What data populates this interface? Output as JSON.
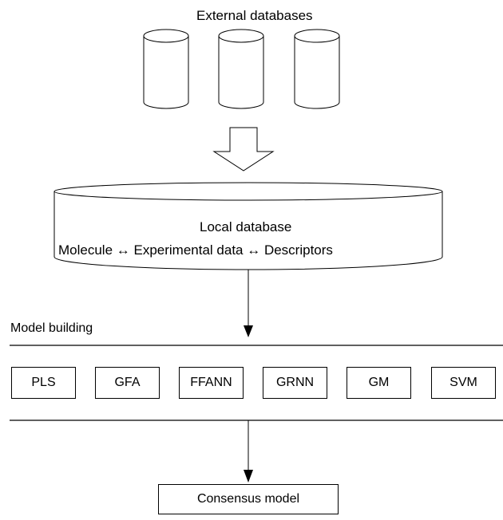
{
  "external": {
    "title": "External databases",
    "cylinder_count": 3
  },
  "local_db": {
    "title": "Local database",
    "subtitle": "Molecule ↔ Experimental data ↔ Descriptors"
  },
  "model_building": {
    "label": "Model building",
    "methods": [
      "PLS",
      "GFA",
      "FFANN",
      "GRNN",
      "GM",
      "SVM"
    ]
  },
  "consensus": {
    "label": "Consensus model"
  },
  "colors": {
    "stroke": "#000000",
    "fill": "#ffffff"
  }
}
